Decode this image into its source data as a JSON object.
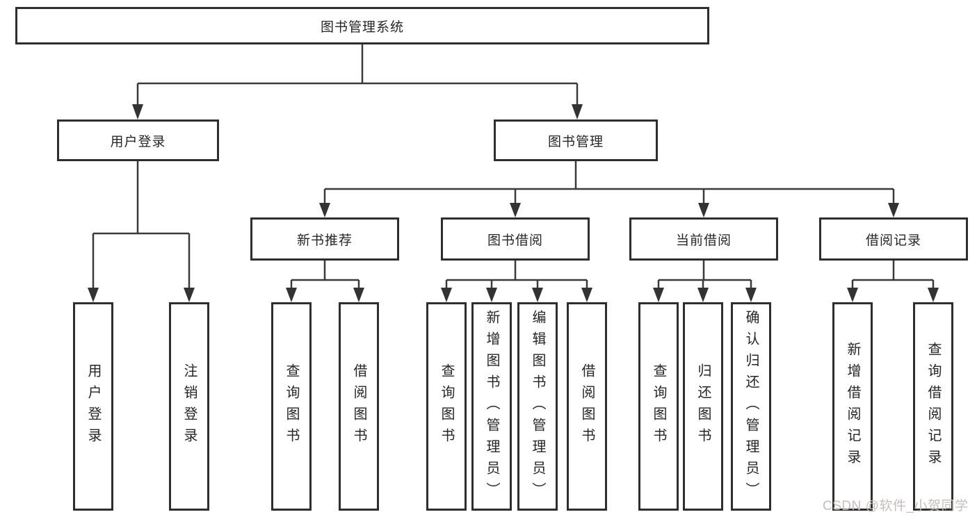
{
  "colors": {
    "box_border": "#2e2e2e",
    "line": "#3a3a3a",
    "arrow": "#333333",
    "text": "#262626",
    "watermark": "#c7bcbc",
    "background": "#ffffff"
  },
  "tree": {
    "root": "图书管理系统",
    "user": {
      "label": "用户登录",
      "leaves": [
        "用户登录",
        "注销登录"
      ]
    },
    "mgmt": {
      "label": "图书管理",
      "groups": [
        {
          "label": "新书推荐",
          "leaves": [
            "查询图书",
            "借阅图书"
          ]
        },
        {
          "label": "图书借阅",
          "leaves": [
            "查询图书",
            "新增图书（管理员）",
            "编辑图书（管理员）",
            "借阅图书"
          ]
        },
        {
          "label": "当前借阅",
          "leaves": [
            "查询图书",
            "归还图书",
            "确认归还（管理员）"
          ]
        },
        {
          "label": "借阅记录",
          "leaves": [
            "新增借阅记录",
            "查询借阅记录"
          ]
        }
      ]
    }
  },
  "watermark": {
    "text": "CSDN @软件_小贺同学"
  }
}
